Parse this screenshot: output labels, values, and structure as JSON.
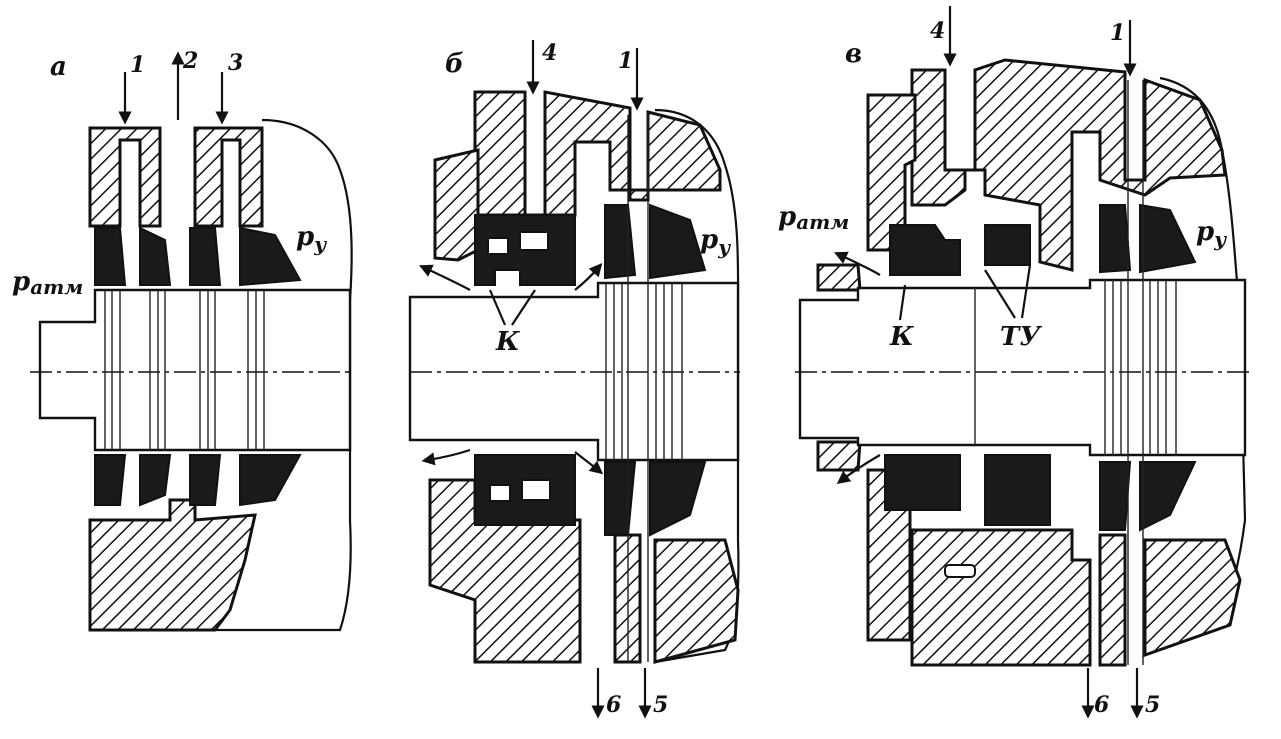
{
  "figure": {
    "panels": [
      {
        "id": "a",
        "letter": "а",
        "port_labels": [
          "1",
          "2",
          "3"
        ],
        "pressure_left": "р",
        "pressure_left_sub": "атм",
        "pressure_right": "р",
        "pressure_right_sub": "у"
      },
      {
        "id": "b",
        "letter": "б",
        "port_labels": [
          "4",
          "1"
        ],
        "bottom_labels": [
          "6",
          "5"
        ],
        "part_label": "К",
        "pressure_right": "р",
        "pressure_right_sub": "у"
      },
      {
        "id": "c",
        "letter": "в",
        "port_labels": [
          "4",
          "1"
        ],
        "bottom_labels": [
          "6",
          "5"
        ],
        "part_labels": [
          "К",
          "ТУ"
        ],
        "pressure_left": "р",
        "pressure_left_sub": "атм",
        "pressure_right": "р",
        "pressure_right_sub": "у"
      }
    ]
  }
}
